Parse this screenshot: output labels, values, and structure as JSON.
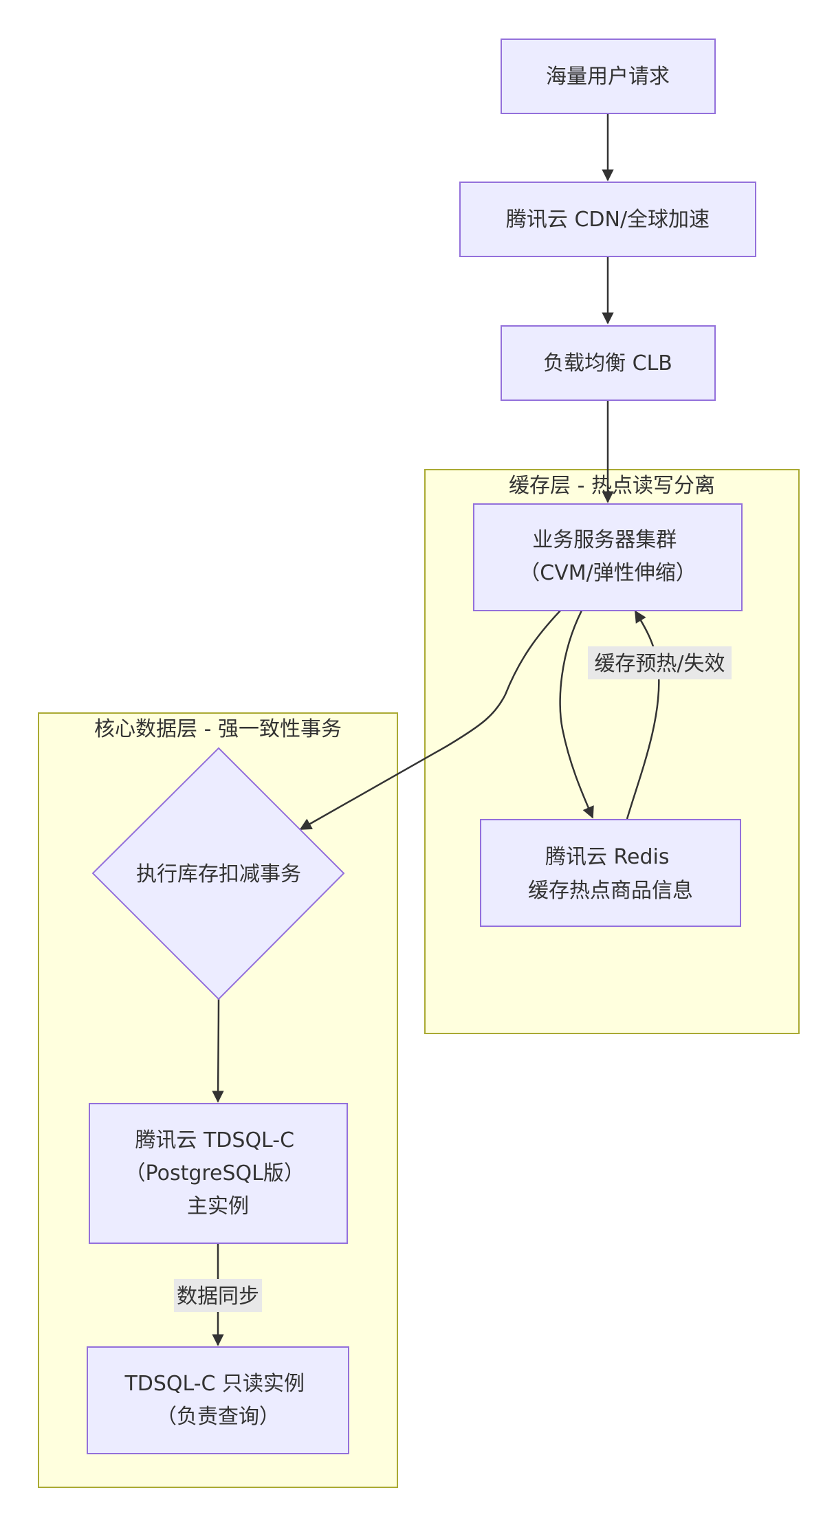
{
  "colors": {
    "node_fill": "#ececff",
    "node_stroke": "#9370db",
    "cluster_fill": "#ffffde",
    "cluster_stroke": "#aaaa33",
    "edge": "#333333",
    "edge_label_bg": "#e8e8e8",
    "text": "#333333"
  },
  "clusters": {
    "cache": {
      "title": "缓存层 - 热点读写分离"
    },
    "core": {
      "title": "核心数据层 - 强一致性事务"
    }
  },
  "nodes": {
    "users": {
      "lines": [
        "海量用户请求"
      ]
    },
    "cdn": {
      "lines": [
        "腾讯云 CDN/全球加速"
      ]
    },
    "clb": {
      "lines": [
        "负载均衡 CLB"
      ]
    },
    "servers": {
      "lines": [
        "业务服务器集群",
        "（CVM/弹性伸缩）"
      ]
    },
    "redis": {
      "lines": [
        "腾讯云 Redis",
        "缓存热点商品信息"
      ]
    },
    "txn": {
      "lines": [
        "执行库存扣减事务"
      ]
    },
    "tdsql_main": {
      "lines": [
        "腾讯云 TDSQL-C",
        "（PostgreSQL版）",
        "主实例"
      ]
    },
    "tdsql_ro": {
      "lines": [
        "TDSQL-C 只读实例",
        "（负责查询）"
      ]
    }
  },
  "edge_labels": {
    "cache_warm": "缓存预热/失效",
    "data_sync": "数据同步"
  }
}
